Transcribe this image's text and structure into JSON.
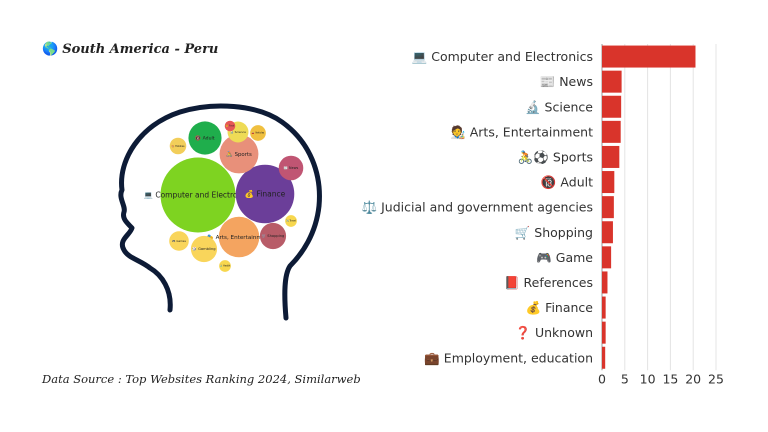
{
  "header": {
    "globe_icon": "🌎",
    "title": "South America - Peru"
  },
  "footer": {
    "source": "Data Source : Top Websites Ranking 2024, Similarweb"
  },
  "colors": {
    "bar": "#d9342b",
    "head_outline": "#0d1b36",
    "grid": "#e4e4e4",
    "axis": "#999999"
  },
  "bubbles": [
    {
      "label": "Computer and Electronics",
      "icon": "💻",
      "value": 20.5,
      "color": "#7ed321"
    },
    {
      "label": "Finance",
      "icon": "💰",
      "value": 12.5,
      "color": "#6b3e99"
    },
    {
      "label": "Sports",
      "icon": "🚴",
      "value": 5.5,
      "color": "#e8907a"
    },
    {
      "label": "Arts, Entertainment",
      "icon": "🎭",
      "value": 6.0,
      "color": "#f4a460"
    },
    {
      "label": "Adult",
      "icon": "🔞",
      "value": 4.0,
      "color": "#1fae4c"
    },
    {
      "label": "Shopping",
      "icon": "🛒",
      "value": 2.5,
      "color": "#b85c68"
    },
    {
      "label": "News",
      "icon": "📰",
      "value": 2.2,
      "color": "#c05573"
    },
    {
      "label": "Gambling",
      "icon": "🎲",
      "value": 2.5,
      "color": "#f9d55b"
    },
    {
      "label": "Science",
      "icon": "🔬",
      "value": 1.6,
      "color": "#eedb56"
    },
    {
      "label": "Games",
      "icon": "🎮",
      "value": 1.4,
      "color": "#f9d55b"
    },
    {
      "label": "Hobbies",
      "icon": "🎨",
      "value": 1.0,
      "color": "#f2ce5a"
    },
    {
      "label": "Vehicles",
      "icon": "🚗",
      "value": 0.9,
      "color": "#f0c040"
    },
    {
      "label": "Travel",
      "icon": "✈️",
      "value": 0.5,
      "color": "#f7d74e"
    },
    {
      "label": "Health",
      "icon": "🩺",
      "value": 0.5,
      "color": "#f7d74e"
    },
    {
      "label": "Food",
      "icon": "🍔",
      "value": 0.4,
      "color": "#e65757"
    }
  ],
  "chart_data": {
    "type": "bar",
    "orientation": "horizontal",
    "categories": [
      "💻 Computer and Electronics",
      "📰 News",
      "🔬 Science",
      "🧑‍🎨 Arts, Entertainment",
      "🚴⚽ Sports",
      "🔞 Adult",
      "⚖️ Judicial and government agencies",
      "🛒 Shopping",
      "🎮 Game",
      "📕 References",
      "💰 Finance",
      "❓ Unknown",
      "💼 Employment, education"
    ],
    "values": [
      20.5,
      4.3,
      4.2,
      4.1,
      3.8,
      2.7,
      2.6,
      2.4,
      2.0,
      1.2,
      0.8,
      0.8,
      0.7
    ],
    "xticks": [
      0,
      5,
      10,
      15,
      20,
      25
    ],
    "xlim": [
      0,
      25
    ],
    "grid": true,
    "title": "",
    "xlabel": "",
    "ylabel": ""
  }
}
